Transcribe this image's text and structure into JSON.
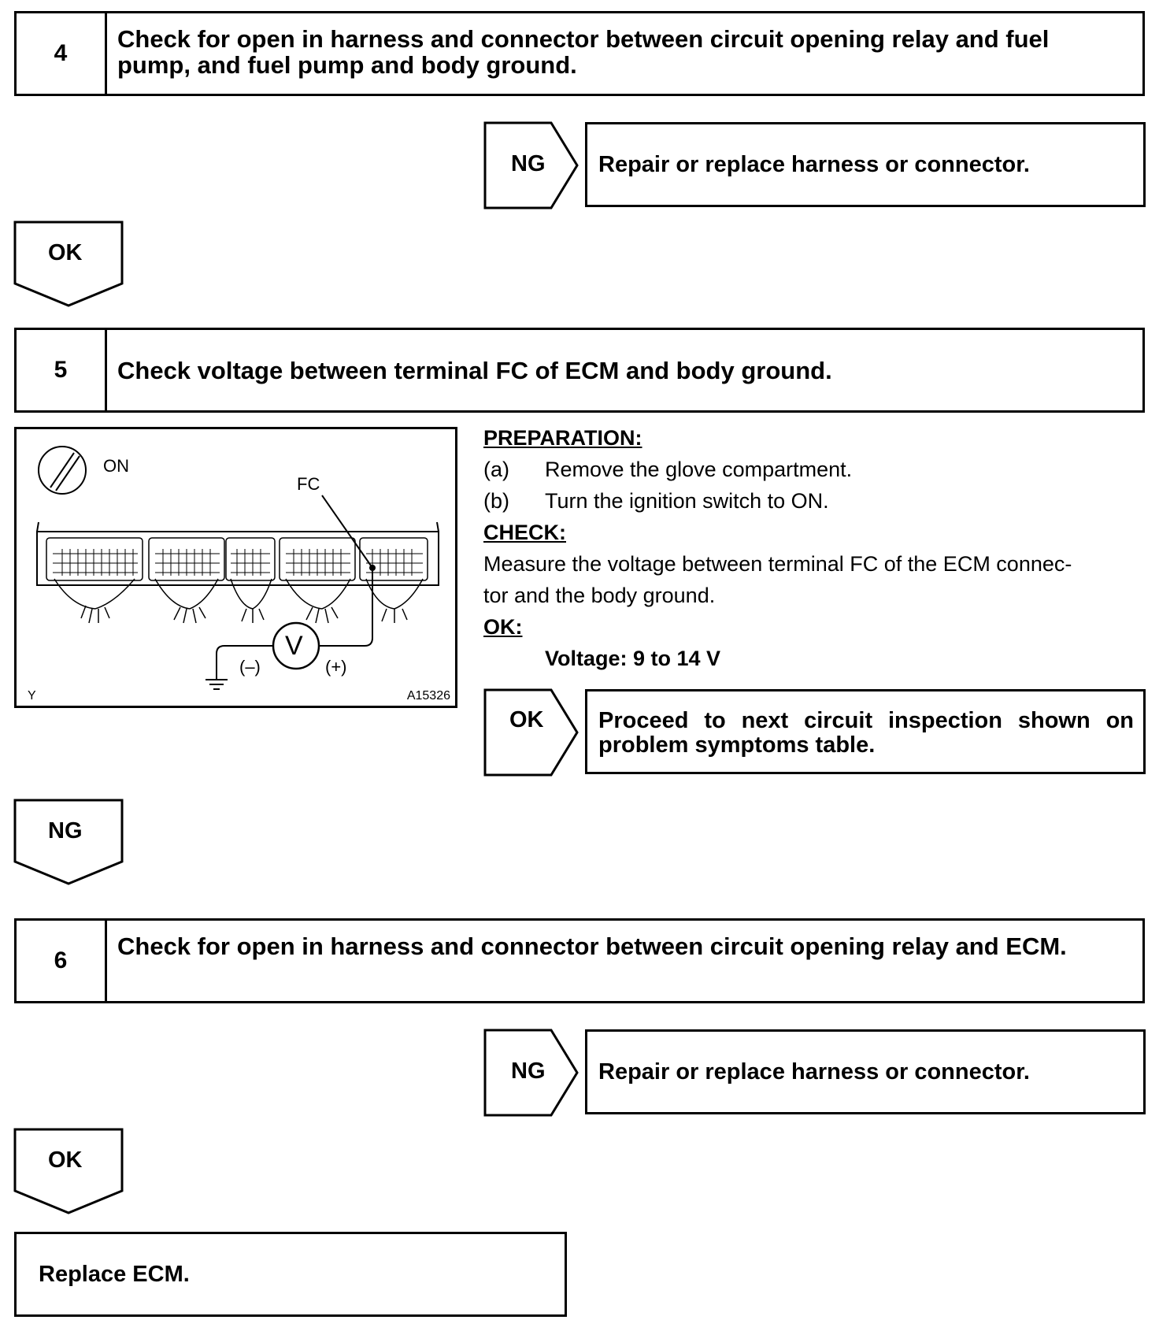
{
  "step4": {
    "number": "4",
    "text": "Check for open in harness and connector between circuit opening relay and fuel pump, and fuel pump and body ground."
  },
  "step4_ng": {
    "label": "NG",
    "result": "Repair or replace harness or connector."
  },
  "step4_ok": {
    "label": "OK"
  },
  "step5": {
    "number": "5",
    "text": "Check voltage between terminal FC of ECM and body ground."
  },
  "figure": {
    "switch_label": "ON",
    "terminal_label": "FC",
    "meter_symbol": "V",
    "minus_label": "(–)",
    "plus_label": "(+)",
    "corner_code": "Y",
    "figure_code": "A15326"
  },
  "instructions": {
    "preparation_header": "PREPARATION:",
    "prep_a_label": "(a)",
    "prep_a_text": "Remove the glove compartment.",
    "prep_b_label": "(b)",
    "prep_b_text": "Turn the ignition switch to ON.",
    "check_header": "CHECK:",
    "check_text_1": "Measure the voltage between terminal FC of the ECM connec-",
    "check_text_2": "tor and the body ground.",
    "ok_header": "OK:",
    "ok_value": "Voltage: 9 to 14 V"
  },
  "step5_ok": {
    "label": "OK",
    "result": "Proceed to next circuit inspection shown on problem symptoms table."
  },
  "step5_ng": {
    "label": "NG"
  },
  "step6": {
    "number": "6",
    "text": "Check for open in harness and connector between circuit opening relay and ECM."
  },
  "step6_ng": {
    "label": "NG",
    "result": "Repair or replace harness or connector."
  },
  "step6_ok": {
    "label": "OK"
  },
  "final": {
    "text": "Replace ECM."
  }
}
